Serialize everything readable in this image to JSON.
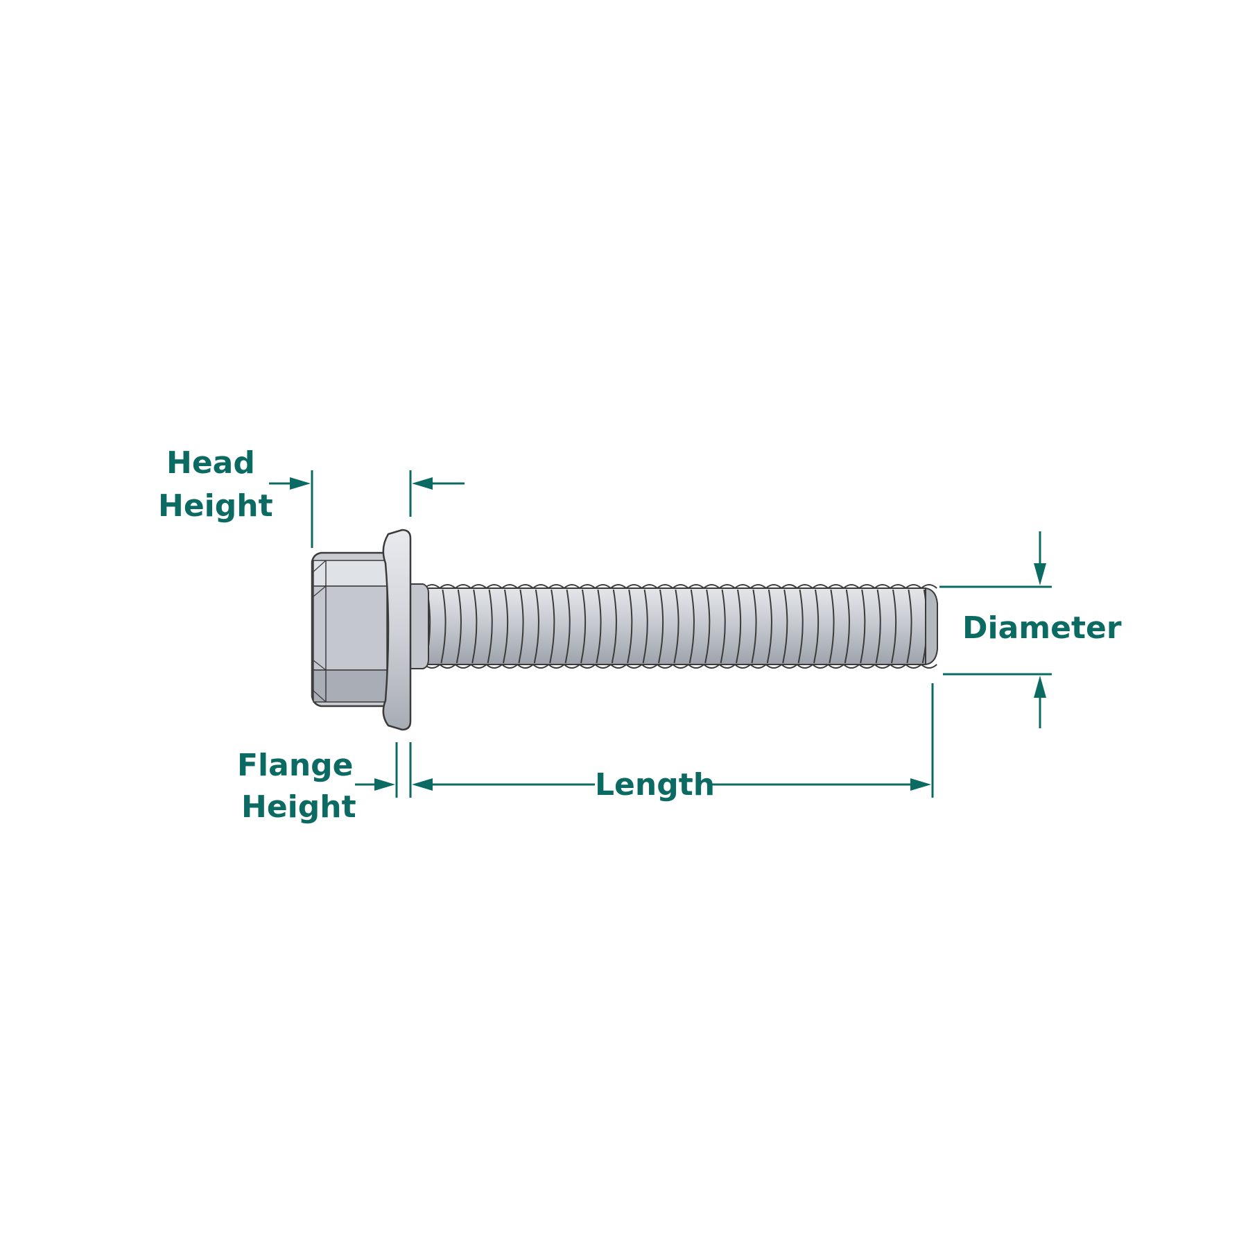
{
  "colors": {
    "dimension": "#0b6b62",
    "outline": "#3a3a3a",
    "metal_light": "#d6d9de",
    "metal_mid": "#b9bdc4",
    "metal_dark": "#8e939b",
    "background": "#ffffff"
  },
  "labels": {
    "head_height": [
      "Head",
      "Height"
    ],
    "flange_height": [
      "Flange",
      "Height"
    ],
    "length": "Length",
    "diameter": "Diameter"
  }
}
